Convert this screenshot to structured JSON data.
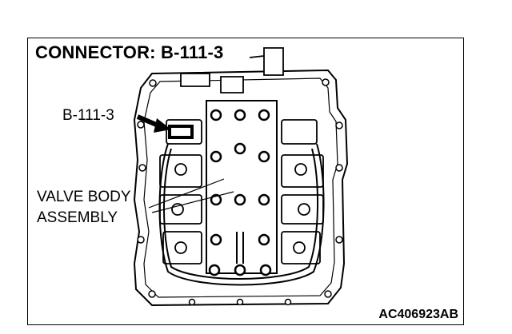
{
  "title": "CONNECTOR: B-111-3",
  "callouts": {
    "connector": "B-111-3",
    "valve_body_line1": "VALVE BODY",
    "valve_body_line2": "ASSEMBLY"
  },
  "figure_code": "AC406923AB",
  "colors": {
    "ink": "#000000",
    "paper": "#ffffff"
  }
}
